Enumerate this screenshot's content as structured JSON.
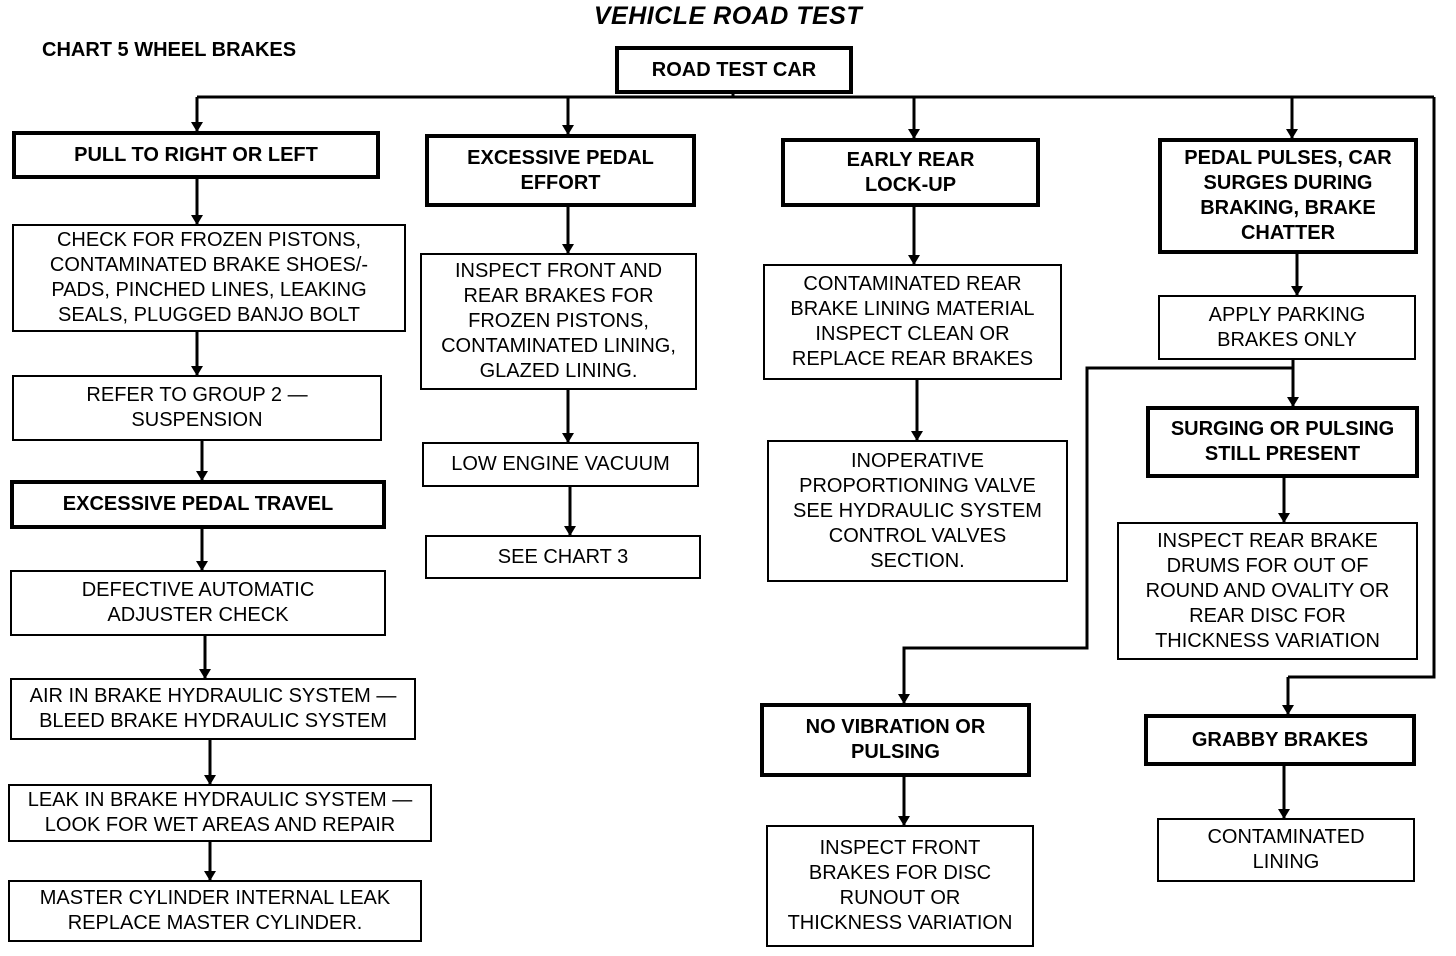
{
  "title": "VEHICLE ROAD TEST",
  "chart_label": "CHART 5  WHEEL BRAKES",
  "boxes": {
    "road_test_car": "ROAD TEST CAR",
    "pull": "PULL TO RIGHT OR LEFT",
    "check_frozen": "CHECK FOR FROZEN PISTONS,\nCONTAMINATED BRAKE SHOES/-\nPADS, PINCHED LINES, LEAKING\nSEALS, PLUGGED BANJO BOLT",
    "refer_group2": "REFER TO GROUP 2 —\nSUSPENSION",
    "excessive_travel": "EXCESSIVE PEDAL TRAVEL",
    "defective_adjuster": "DEFECTIVE AUTOMATIC\nADJUSTER CHECK",
    "air_in_system": "AIR IN BRAKE HYDRAULIC SYSTEM —\nBLEED BRAKE HYDRAULIC SYSTEM",
    "leak_system": "LEAK IN BRAKE HYDRAULIC SYSTEM —\nLOOK FOR WET AREAS AND REPAIR",
    "master_cylinder": "MASTER CYLINDER INTERNAL LEAK\nREPLACE MASTER CYLINDER.",
    "excessive_effort": "EXCESSIVE PEDAL\nEFFORT",
    "inspect_front_rear": "INSPECT FRONT AND\nREAR BRAKES FOR\nFROZEN PISTONS,\nCONTAMINATED LINING,\nGLAZED LINING.",
    "low_vacuum": "LOW ENGINE VACUUM",
    "see_chart3": "SEE CHART 3",
    "early_rear": "EARLY REAR\nLOCK-UP",
    "contaminated_rear": "CONTAMINATED REAR\nBRAKE LINING MATERIAL\nINSPECT CLEAN OR\nREPLACE REAR BRAKES",
    "inoperative_valve": "INOPERATIVE\nPROPORTIONING VALVE\nSEE HYDRAULIC SYSTEM\nCONTROL VALVES\nSECTION.",
    "no_vibration": "NO VIBRATION OR\nPULSING",
    "inspect_front_disc": "INSPECT FRONT\nBRAKES FOR DISC\nRUNOUT OR\nTHICKNESS VARIATION",
    "pedal_pulses": "PEDAL PULSES, CAR\nSURGES DURING\nBRAKING, BRAKE\nCHATTER",
    "apply_parking": "APPLY PARKING\nBRAKES ONLY",
    "surging_present": "SURGING OR PULSING\nSTILL PRESENT",
    "inspect_rear_drums": "INSPECT REAR BRAKE\nDRUMS FOR OUT OF\nROUND AND OVALITY OR\nREAR DISC FOR\nTHICKNESS VARIATION",
    "grabby": "GRABBY BRAKES",
    "contaminated_lining": "CONTAMINATED\nLINING"
  }
}
